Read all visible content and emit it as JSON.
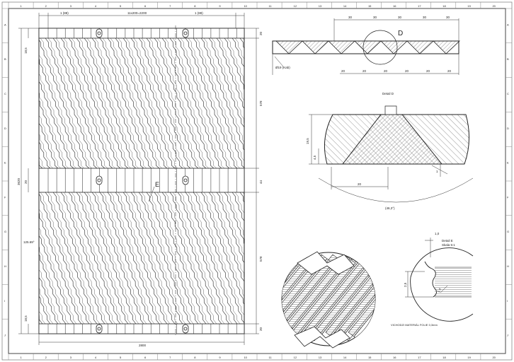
{
  "sheet": {
    "border_labels_top": [
      "1",
      "2",
      "3",
      "4",
      "5",
      "6",
      "7",
      "8",
      "9",
      "10",
      "11",
      "12",
      "13",
      "14",
      "15",
      "16",
      "17",
      "18",
      "19",
      "20"
    ],
    "border_labels_side": [
      "A",
      "B",
      "C",
      "D",
      "E",
      "F",
      "G",
      "H",
      "I",
      "J"
    ]
  },
  "plan": {
    "dims_top": [
      "1 (88)",
      "11x200=2200",
      "1 (88)"
    ],
    "dim_bottom": "2800",
    "dim_left_total": "3620",
    "dim_left_top": "18,5",
    "dim_left_mid": "20",
    "dim_left_bottom": "18,5",
    "dim_left_angle": "125.69°",
    "dims_right": [
      "20",
      "578",
      "44",
      "578",
      "20"
    ],
    "callout_e": "E"
  },
  "section": {
    "dims_top": [
      "30",
      "30",
      "30",
      "30",
      "30"
    ],
    "dims_bottom": [
      "20",
      "20",
      "20",
      "20",
      "20",
      "20"
    ],
    "callout_d": "D",
    "diam_label": "Ø19 (Kab)"
  },
  "detail_d": {
    "title": "Detail D",
    "dim_height": "19,5",
    "dim_small": "4,5",
    "dim_bottom": "20",
    "dim_arc": "(46,3°)",
    "dim_right": "1"
  },
  "detail_e": {
    "title_line1": "Detail E",
    "title_line2": "Skala 5:1",
    "dim_top": "1,0",
    "dim_side": "2,5",
    "dim_diag": "1,4"
  },
  "iso": {
    "caption": "VICHODZI MATERIÁL FOLIE 0,3mm"
  }
}
